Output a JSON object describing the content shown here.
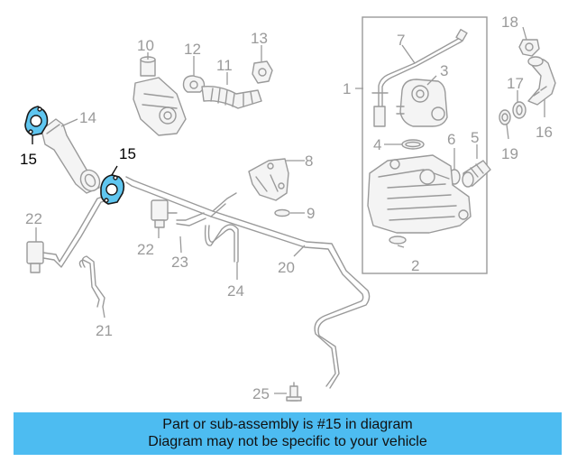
{
  "highlight_color": "#5fc6f0",
  "banner_color": "#4dbcf1",
  "callouts": {
    "c1": "1",
    "c2": "2",
    "c3": "3",
    "c4": "4",
    "c5": "5",
    "c6": "6",
    "c7": "7",
    "c8": "8",
    "c9": "9",
    "c10": "10",
    "c11": "11",
    "c12": "12",
    "c13": "13",
    "c14": "14",
    "c15a": "15",
    "c15b": "15",
    "c16": "16",
    "c17": "17",
    "c18": "18",
    "c19": "19",
    "c20": "20",
    "c21": "21",
    "c22a": "22",
    "c22b": "22",
    "c23": "23",
    "c24": "24",
    "c25": "25"
  },
  "banner": {
    "line1": "Part or sub-assembly is #15 in diagram",
    "line2": "Diagram may not be specific to your vehicle"
  }
}
